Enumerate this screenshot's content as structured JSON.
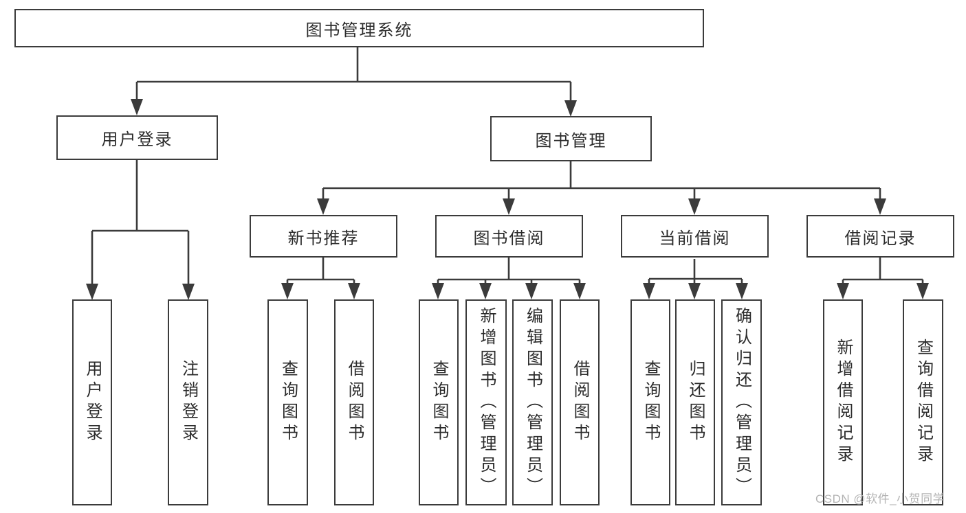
{
  "diagram": {
    "root_label": "图书管理系统",
    "level2": [
      {
        "label": "用户登录"
      },
      {
        "label": "图书管理"
      }
    ],
    "level3": [
      {
        "label": "新书推荐"
      },
      {
        "label": "图书借阅"
      },
      {
        "label": "当前借阅"
      },
      {
        "label": "借阅记录"
      }
    ],
    "leaves": {
      "user_login": [
        "用户登录",
        "注销登录"
      ],
      "new_book": [
        "查询图书",
        "借阅图书"
      ],
      "book_borrow": [
        "查询图书",
        "新增图书（管理员）",
        "编辑图书（管理员）",
        "借阅图书"
      ],
      "current_borrow": [
        "查询图书",
        "归还图书",
        "确认归还（管理员）"
      ],
      "borrow_records": [
        "新增借阅记录",
        "查询借阅记录"
      ]
    }
  },
  "watermark": {
    "text": "CSDN @软件_小贺同学"
  },
  "colors": {
    "line": "#3b3b3b",
    "text": "#2b2b2b",
    "background": "#ffffff",
    "watermark": "#b4b4b4"
  }
}
